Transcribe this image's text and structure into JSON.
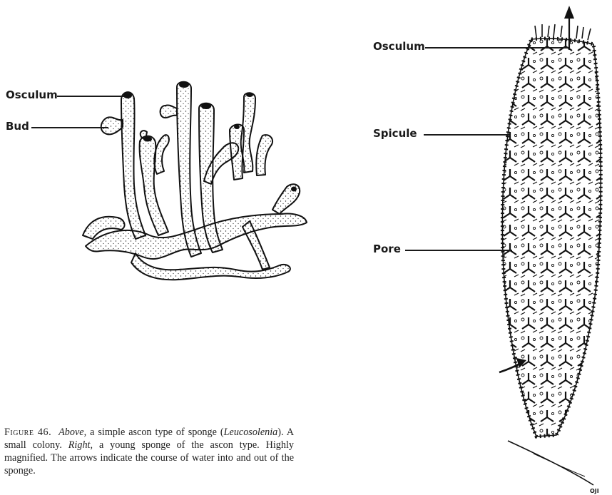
{
  "left_figure": {
    "labels": {
      "osculum": "Osculum",
      "bud": "Bud"
    }
  },
  "right_figure": {
    "labels": {
      "osculum": "Osculum",
      "spicule": "Spicule",
      "pore": "Pore"
    }
  },
  "caption": {
    "figure_number": "Figure 46.",
    "above_word": "Above,",
    "part1": " a simple ascon type of sponge (",
    "genus": "Leucosolenia",
    "part2": "). A small colony. ",
    "right_word": "Right,",
    "part3": " a young sponge of the ascon type. Highly magnified. The arrows indicate the course of water into and out of the sponge."
  },
  "artist_mark": "OJI"
}
